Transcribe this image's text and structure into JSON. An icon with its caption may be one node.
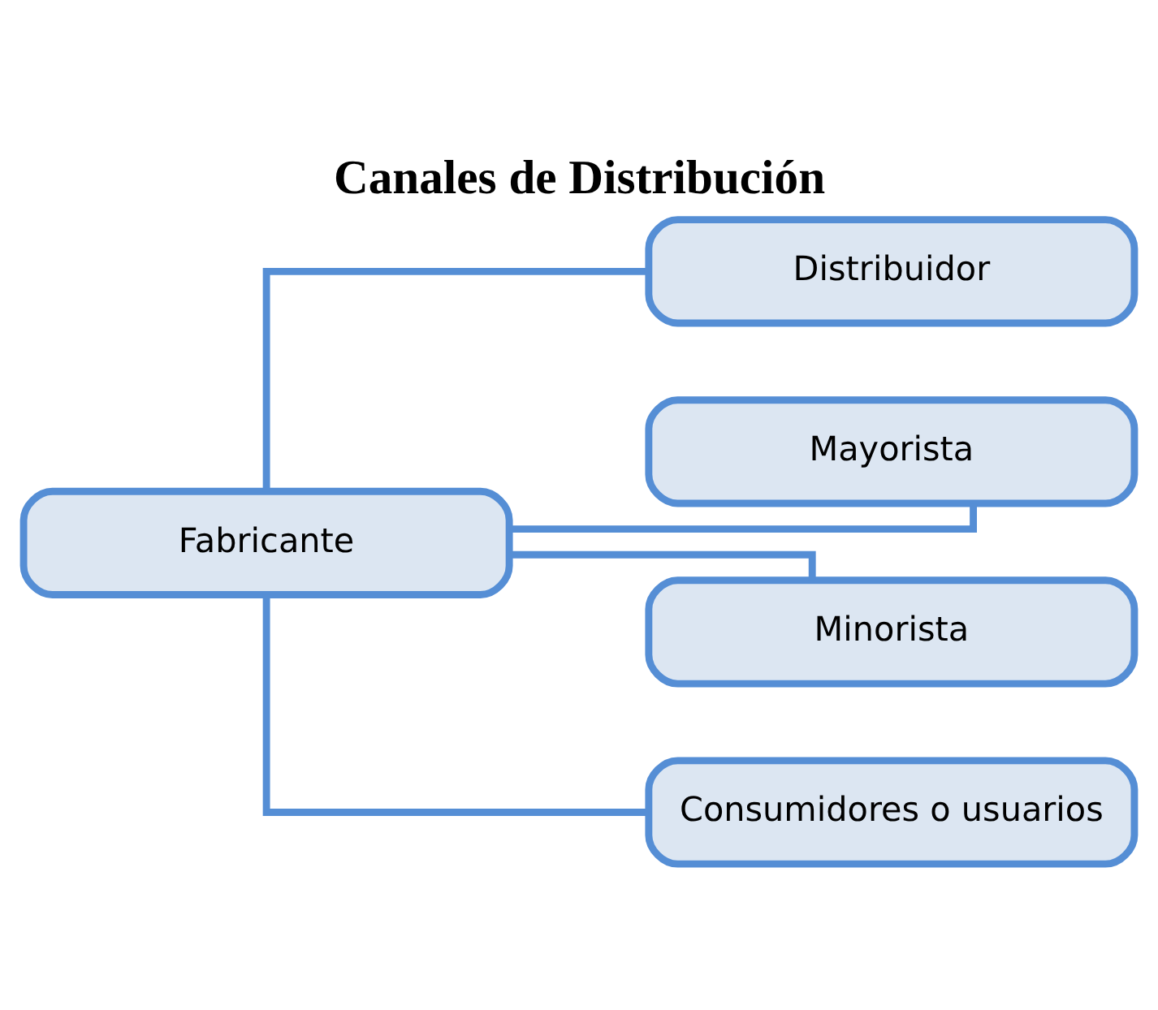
{
  "diagram": {
    "title": "Canales de Distribución",
    "nodes": [
      {
        "text": [
          "Fabricante"
        ]
      },
      {
        "text": [
          "Distribuidor"
        ]
      },
      {
        "text": [
          "Mayorista"
        ]
      },
      {
        "text": [
          "Minorista"
        ]
      },
      {
        "text": [
          "Consumidores o usuarios"
        ]
      }
    ],
    "edges": [
      {
        "from": 0,
        "to": 1,
        "arrow": "none"
      },
      {
        "from": 0,
        "to": 2,
        "arrow": "none"
      },
      {
        "from": 0,
        "to": 3,
        "arrow": "none"
      },
      {
        "from": 0,
        "to": 4,
        "arrow": "none"
      }
    ]
  }
}
